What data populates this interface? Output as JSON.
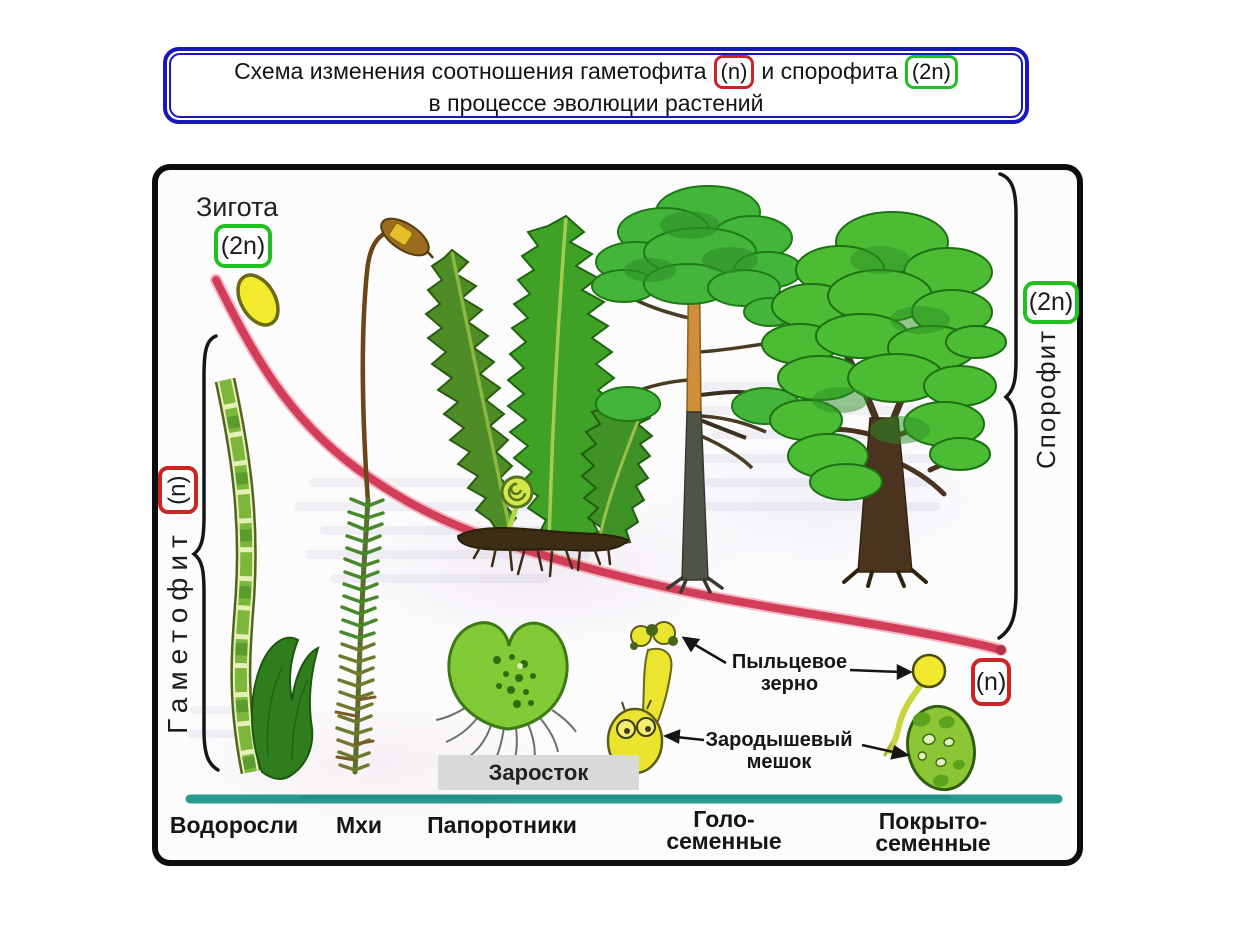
{
  "title": {
    "line1_before": "Схема изменения соотношения гаметофита",
    "gametophyte_ploidy": "(n)",
    "line1_between": "и спорофита",
    "sporophyte_ploidy": "(2n)",
    "line2": "в процессе эволюции растений"
  },
  "diagram": {
    "zygote": {
      "label": "Зигота",
      "ploidy": "(2n)"
    },
    "gametophyte_axis": {
      "label": "Гаметофит",
      "ploidy": "(n)"
    },
    "sporophyte_axis": {
      "label": "Спорофит",
      "ploidy": "(2n)"
    },
    "reduced_gametophyte_ploidy": "(n)",
    "prothallus_label": "Заросток",
    "pollen_grain_label": {
      "line1": "Пыльцевое",
      "line2": "зерно"
    },
    "embryo_sac_label": {
      "line1": "Зародышевый",
      "line2": "мешок"
    },
    "groups": {
      "algae": "Водоросли",
      "mosses": "Мхи",
      "ferns": "Папоротники",
      "gymnosperms": {
        "line1": "Голо-",
        "line2": "семенные"
      },
      "angiosperms": {
        "line1": "Покрыто-",
        "line2": "семенные"
      }
    }
  },
  "colors": {
    "haploid_box_border": "#cc2424",
    "diploid_box_border": "#1fc01f",
    "title_border": "#1717bb",
    "evolution_curve": "#d23e5a",
    "baseline": "#2a9a90",
    "frame_border": "#0d0d0d"
  }
}
